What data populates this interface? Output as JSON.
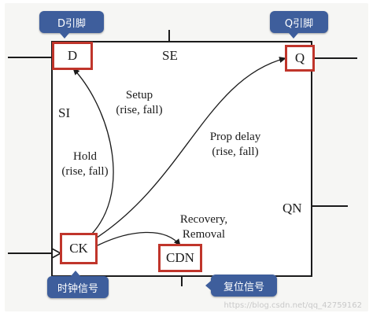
{
  "pins": {
    "d": "D",
    "q": "Q",
    "se": "SE",
    "si": "SI",
    "qn": "QN",
    "ck": "CK",
    "cdn": "CDN"
  },
  "arcs": {
    "setup": [
      "Setup",
      "(rise, fall)"
    ],
    "hold": [
      "Hold",
      "(rise, fall)"
    ],
    "prop_delay": [
      "Prop delay",
      "(rise, fall)"
    ],
    "recovery": [
      "Recovery,",
      "Removal"
    ]
  },
  "callouts": {
    "d_pin": "D引脚",
    "q_pin": "Q引脚",
    "clock": "时钟信号",
    "reset": "复位信号"
  },
  "watermark": "https://blog.csdn.net/qq_42759162",
  "colors": {
    "highlight_red": "#c0352b",
    "callout_blue": "#3e5e9c",
    "line": "#1b1b1b"
  }
}
